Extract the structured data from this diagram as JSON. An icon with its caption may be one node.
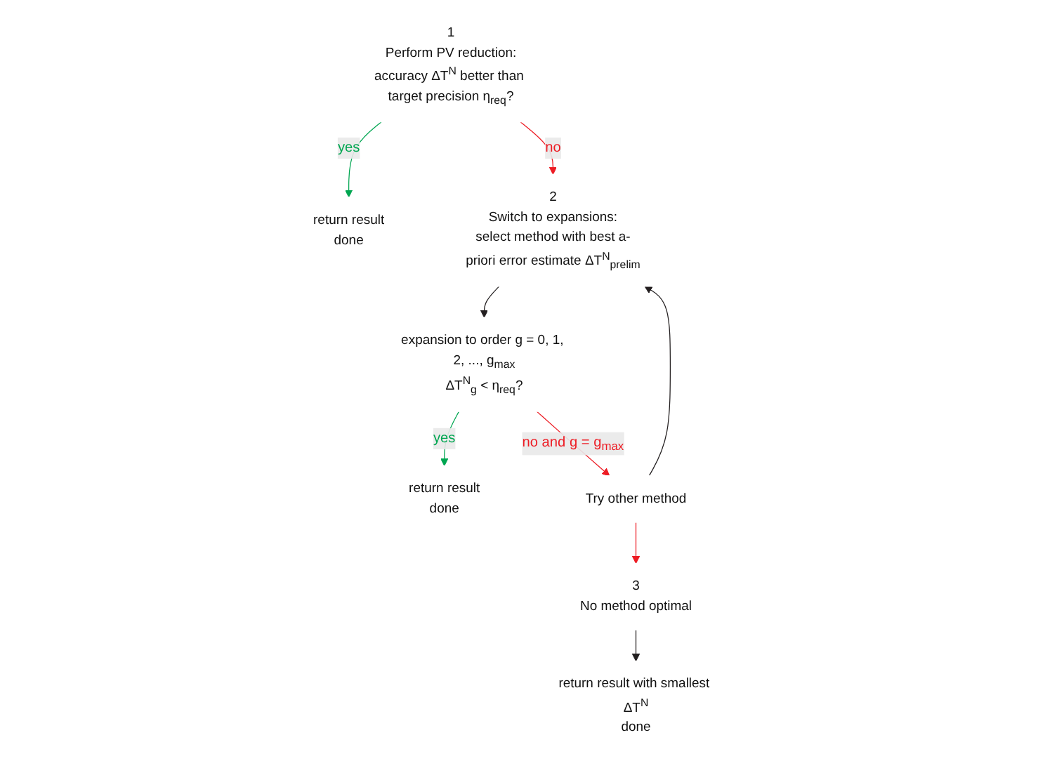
{
  "diagram": {
    "nodes": [
      {
        "text": [
          "1",
          "Perform PV reduction:",
          "accuracy ΔT$^{N}$ better than target precision η$_{req}$?"
        ]
      },
      {
        "text": [
          "return result",
          "done"
        ]
      },
      {
        "text": [
          "2",
          "Switch to expansions:",
          "select method with best a-priori error estimate ΔT$^{N}$$_{prelim}$"
        ]
      },
      {
        "text": [
          "expansion to order g = 0, 1, 2, ..., g$_{max}$",
          "ΔT$^{N}$$_{g}$ < η$_{req}$?"
        ]
      },
      {
        "text": [
          "return result",
          "done"
        ]
      },
      {
        "text": [
          "Try other method"
        ]
      },
      {
        "text": [
          "3",
          "No method optimal"
        ]
      },
      {
        "text": [
          "return result with smallest ΔT$^{N}$",
          "done"
        ]
      }
    ],
    "edges": [
      {
        "from": 0,
        "to": 1,
        "arrow": "to",
        "label": "yes",
        "color": "#00a651"
      },
      {
        "from": 0,
        "to": 2,
        "arrow": "to",
        "label": "no",
        "color": "#ed1c24"
      },
      {
        "from": 2,
        "to": 3,
        "arrow": "to",
        "color": "#231f20"
      },
      {
        "from": 3,
        "to": 4,
        "arrow": "to",
        "label": "yes",
        "color": "#00a651"
      },
      {
        "from": 3,
        "to": 5,
        "arrow": "to",
        "label": "no and g = g$_{max}$",
        "color": "#ed1c24"
      },
      {
        "from": 5,
        "to": 2,
        "arrow": "to",
        "color": "#231f20"
      },
      {
        "from": 5,
        "to": 6,
        "arrow": "to",
        "color": "#ed1c24"
      },
      {
        "from": 6,
        "to": 7,
        "arrow": "to",
        "color": "#231f20"
      }
    ]
  }
}
